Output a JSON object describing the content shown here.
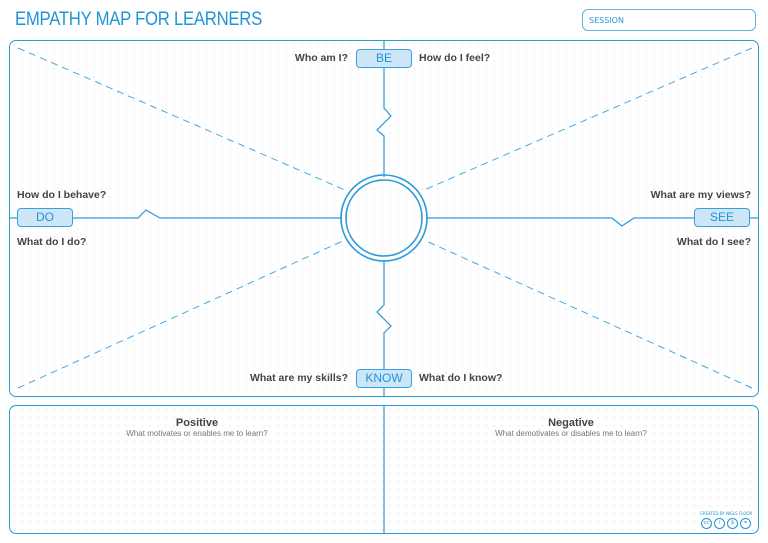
{
  "title": "EMPATHY MAP FOR LEARNERS",
  "session_label": "SESSION",
  "quadrants": {
    "be": {
      "tag": "BE",
      "left_q": "Who am I?",
      "right_q": "How do I feel?"
    },
    "do": {
      "tag": "DO",
      "top_q": "How do I behave?",
      "bottom_q": "What do I do?"
    },
    "see": {
      "tag": "SEE",
      "top_q": "What are my views?",
      "bottom_q": "What do I see?"
    },
    "know": {
      "tag": "KNOW",
      "left_q": "What are my skills?",
      "right_q": "What do I know?"
    }
  },
  "bottom": {
    "positive": {
      "title": "Positive",
      "subtitle": "What motivates or enables me to learn?"
    },
    "negative": {
      "title": "Negative",
      "subtitle": "What demotivates or disables me to learn?"
    }
  },
  "credit": "CREATED BY NIELS FLOOR",
  "license_icons": [
    "cc",
    "by",
    "nc",
    "nd"
  ],
  "colors": {
    "accent": "#1f95d8",
    "tag_fill": "#cce5f7"
  }
}
